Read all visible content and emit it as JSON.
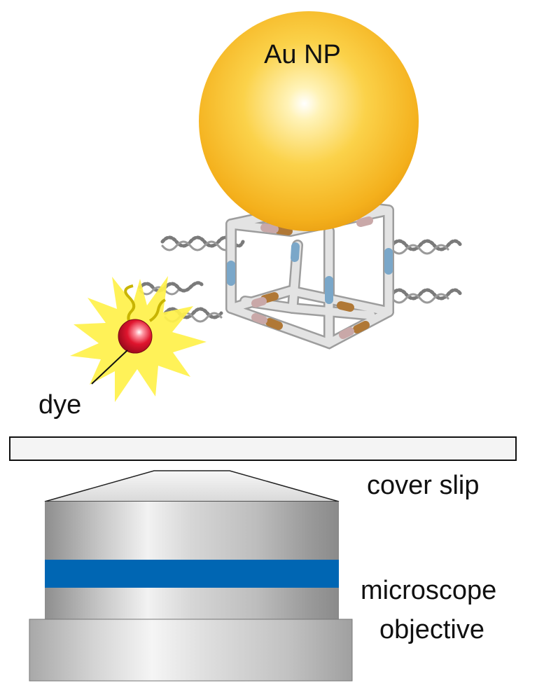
{
  "labels": {
    "nanoparticle": "Au NP",
    "dye": "dye",
    "cover_slip": "cover slip",
    "objective_line1": "microscope",
    "objective_line2": "objective"
  },
  "colors": {
    "gold": "#f5b21f",
    "dye_red": "#d8122a",
    "flash_yellow": "#fff14a",
    "objective_band": "#0066b3",
    "cube_bar": "#dcdcdc",
    "cube_blue": "#7aa7c9",
    "cube_brown": "#b07836",
    "cube_pink": "#c9a8a8",
    "dna_strand": "#777777"
  }
}
